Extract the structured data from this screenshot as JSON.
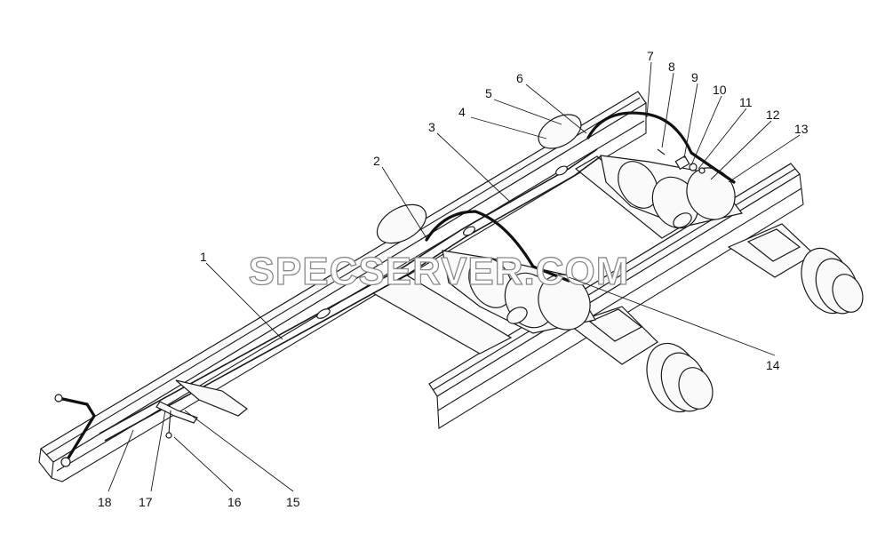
{
  "watermark": "SPECSERVER.COM",
  "callouts": [
    "1",
    "2",
    "3",
    "4",
    "5",
    "6",
    "7",
    "8",
    "9",
    "10",
    "11",
    "12",
    "13",
    "14",
    "15",
    "16",
    "17",
    "18"
  ]
}
